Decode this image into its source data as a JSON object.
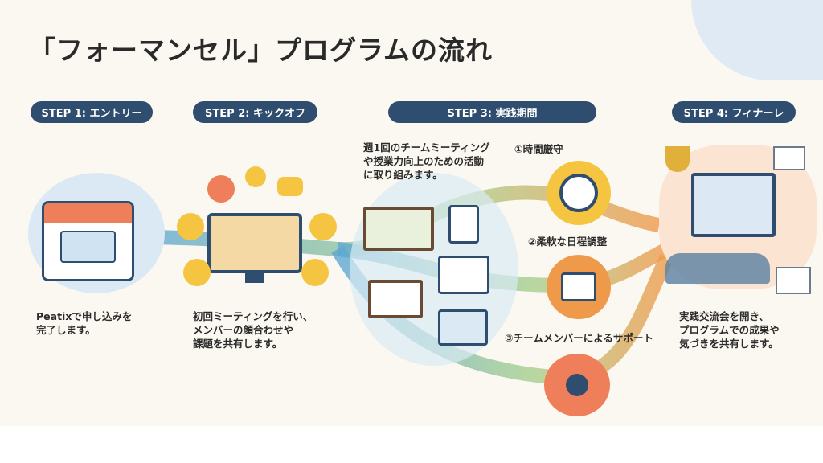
{
  "title": "「フォーマンセル」プログラムの流れ",
  "steps": [
    {
      "label": "STEP 1: エントリー",
      "description": "Peatixで申し込みを\n完了します。"
    },
    {
      "label": "STEP 2: キックオフ",
      "description": "初回ミーティングを行い、\nメンバーの顔合わせや\n課題を共有します。"
    },
    {
      "label": "STEP 3: 実践期間",
      "description": "週1回のチームミーティング\nや授業力向上のための活動\nに取り組みます。",
      "points": [
        "①時間厳守",
        "②柔軟な日程調整",
        "③チームメンバーによるサポート"
      ]
    },
    {
      "label": "STEP 4: フィナーレ",
      "description": "実践交流会を開き、\nプログラムでの成果や\n気づきを共有します。"
    }
  ],
  "colors": {
    "pill": "#2f4d6f",
    "background": "#fbf8f1",
    "blue": "#5ea7d3",
    "orange": "#ef9a4b",
    "yellow": "#f5c542"
  }
}
